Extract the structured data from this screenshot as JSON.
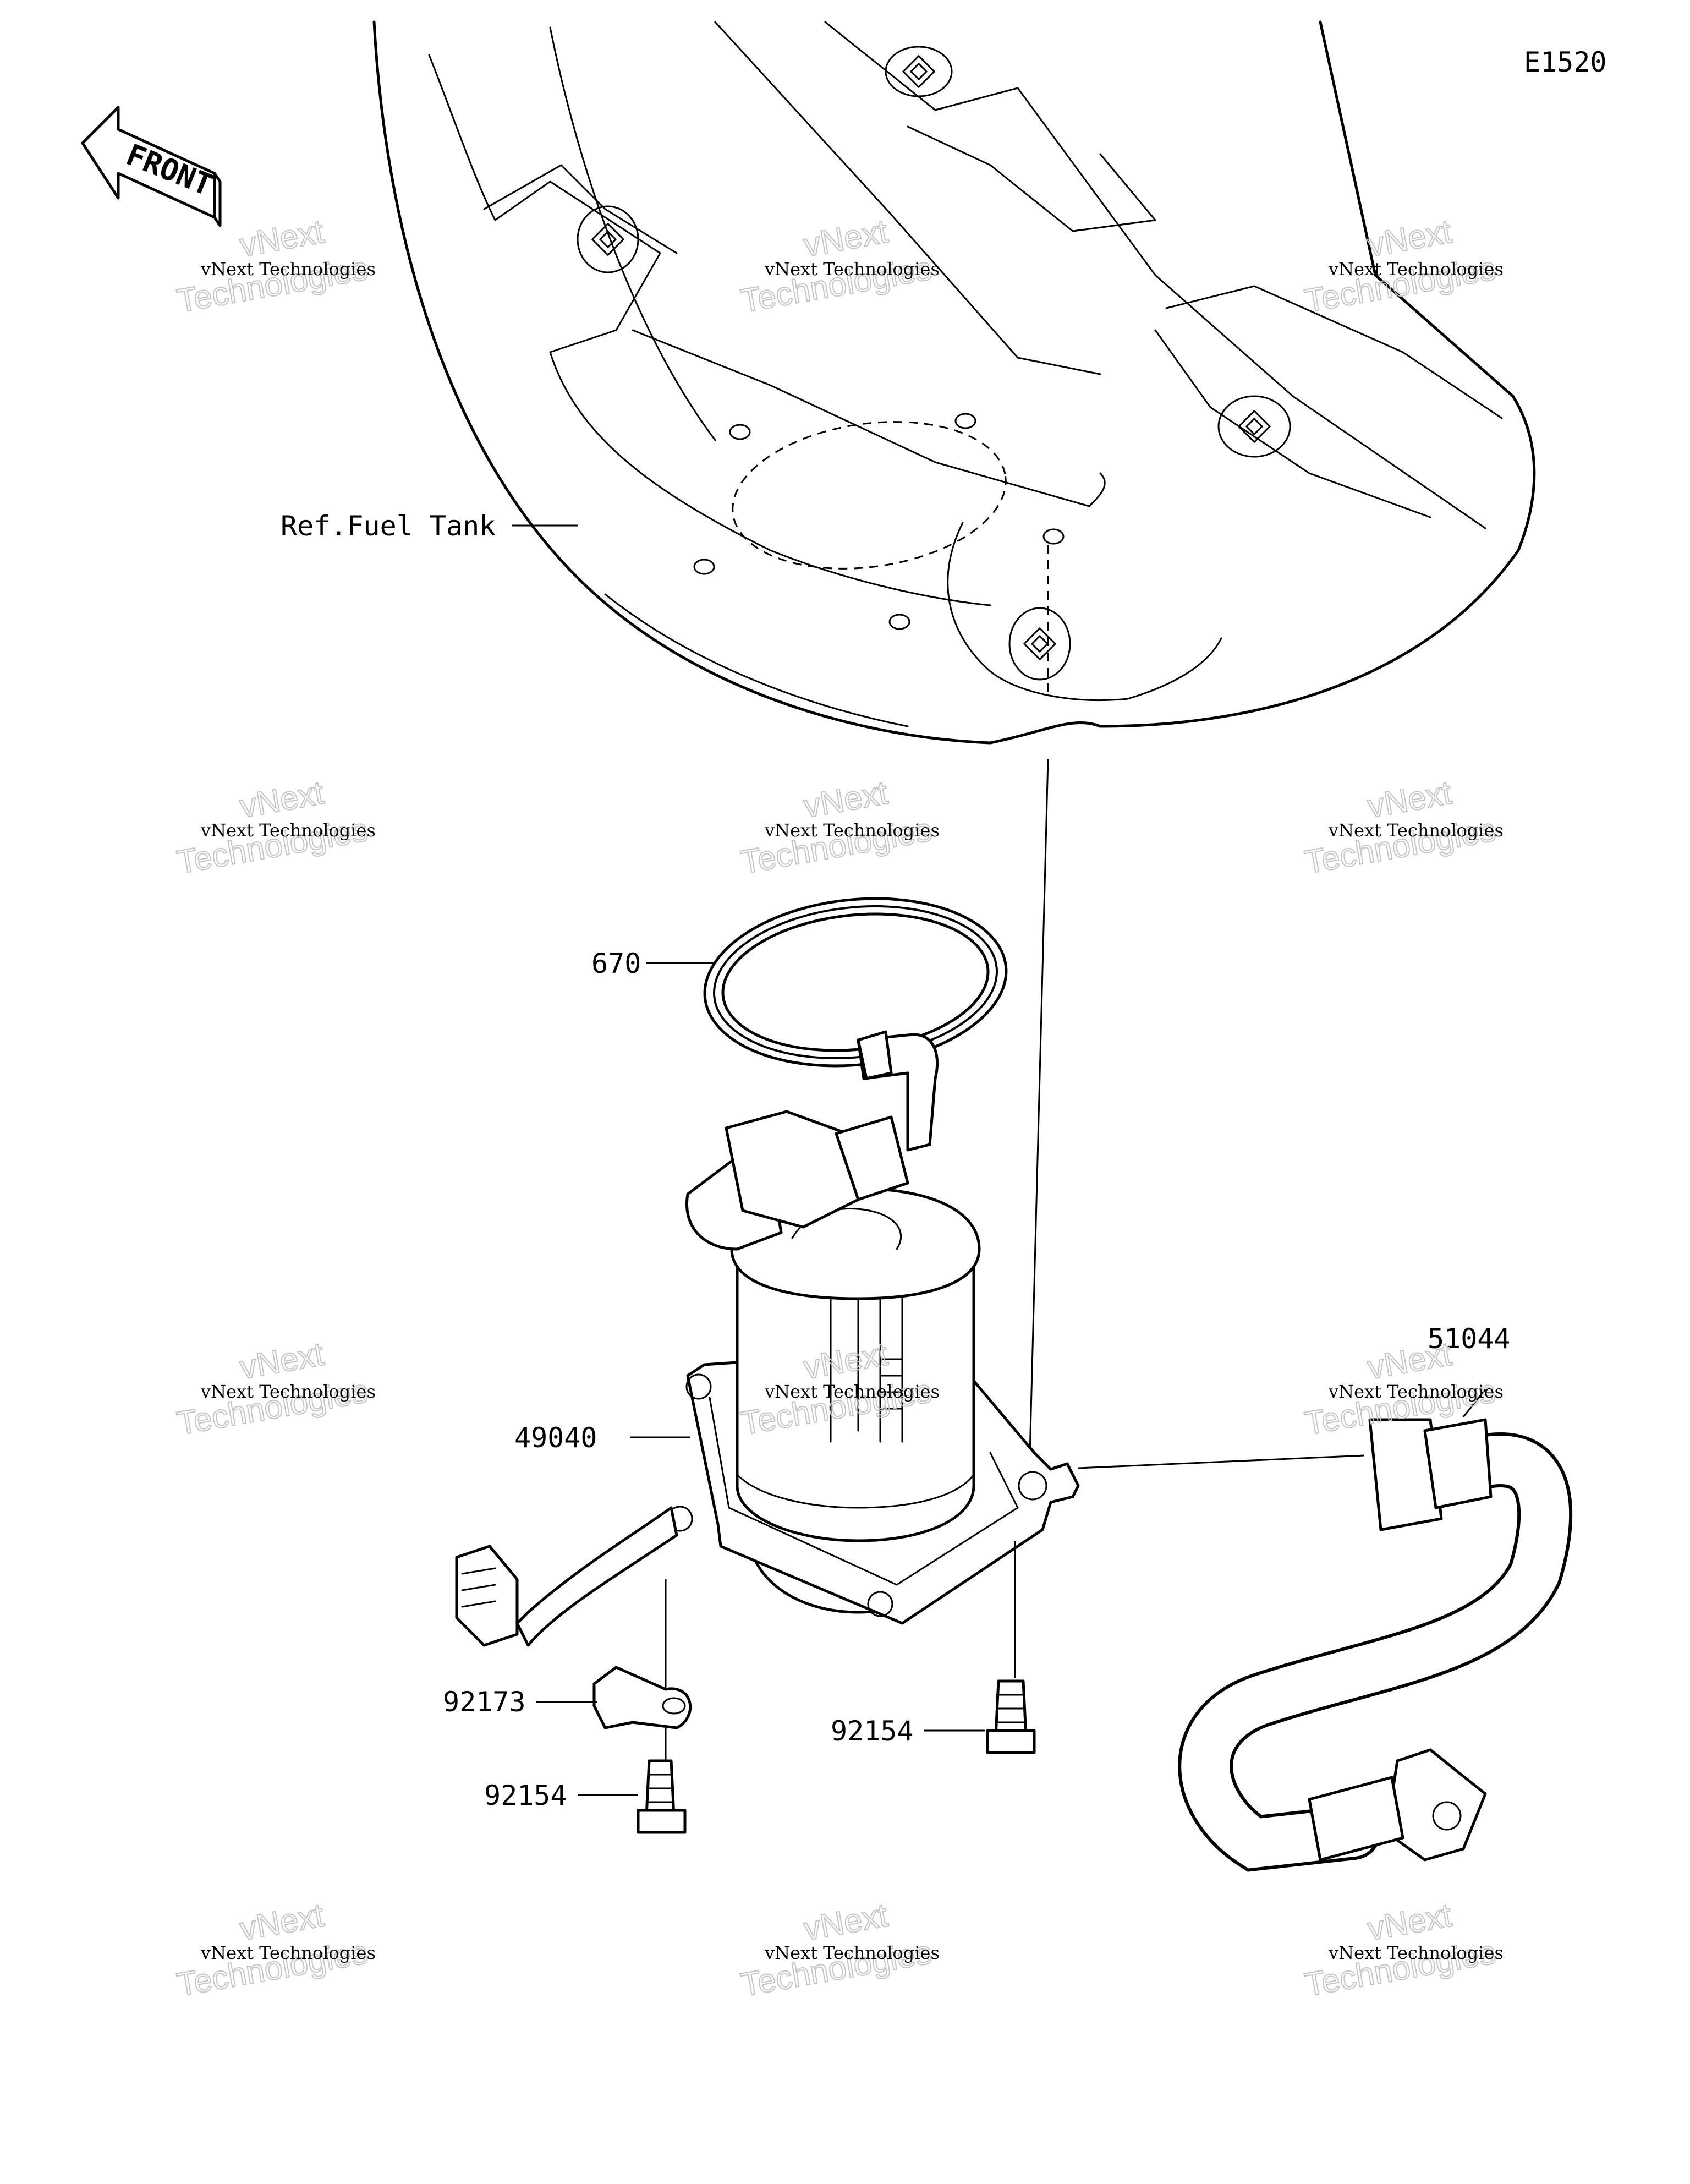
{
  "diagram_code": "E1520",
  "front_arrow_text": "FRONT",
  "watermark": {
    "line1": "vNext Technologies",
    "line2": "vNext",
    "line3": "Technologies"
  },
  "labels": {
    "fuel_tank": "Ref.Fuel Tank",
    "gasket": "670",
    "fuel_pump": "49040",
    "hose": "51044",
    "clamp": "92173",
    "bolt_left": "92154",
    "bolt_right": "92154"
  }
}
